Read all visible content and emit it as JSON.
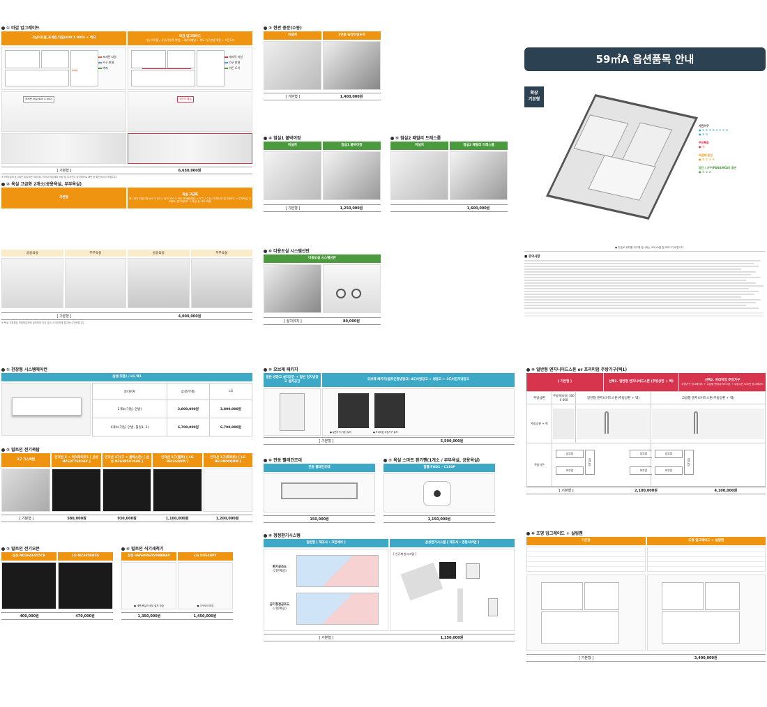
{
  "top_left": {
    "s1": {
      "title": "① 마감 업그레이드",
      "col1": "거실아트월_포세린 타일(400 X 800) + 벽지",
      "col2": "마감 업그레이드",
      "col2_sub": "거실 아트월 / 식당(주방쪽 벽면) - 세라믹패널 + 복도 가구판넬 적용 + 히든도어",
      "legend": [
        "포세린 타일",
        "가구 판넬",
        "벽지"
      ],
      "legend2": [
        "세라믹 타일",
        "가구 판넬",
        "히든 도어"
      ],
      "label_a": "포세린 타일(400 X 800)",
      "label_b": "세라믹 패널",
      "basic": "[ 기본형 ]",
      "price": "6,650,000원"
    },
    "s2": {
      "title": "② 욕실 고급화 2개소(공용욕실, 부부욕실)",
      "basic_head": "기본형",
      "opt_head": "욕실 고급화",
      "opt_sub": "벽 / 바닥 타일 (벽 600 X 600 / 바닥 300 X 300 포세린타일) + 도기 / 수전 / 악세사리 업그레이드 + 부부욕실 샤워부스 업그레이드 + 욕실 장 LED 적용",
      "cols": [
        "공용욕실",
        "부부욕실",
        "공용욕실",
        "부부욕실"
      ],
      "basic": "[ 기본형 ]",
      "price": "4,000,000원"
    }
  },
  "top_mid": {
    "s3": {
      "title": "③ 현관 중문(수동)",
      "col1": "미설치",
      "col2": "3연동 슬라이딩도어",
      "basic": "[ 기본형 ]",
      "price": "1,400,000원"
    },
    "s4": {
      "title": "④ 침실1 붙박이장",
      "col1": "미설치",
      "col2": "침실1 붙박이장",
      "basic": "[ 기본형 ]",
      "price": "1,250,000원"
    },
    "s5": {
      "title": "⑤ 침실2 패밀리 드레스룸",
      "col1": "미설치",
      "col2": "침실2 패밀리 드레스룸",
      "price": "1,600,000원"
    },
    "s6": {
      "title": "⑥ 다용도실 시스템선반",
      "head": "다용도실 시스템선반",
      "basic": "[ 설치위치 ]",
      "price": "80,000원"
    }
  },
  "top_right": {
    "title": "59㎡A 옵션품목 안내",
    "badge_line1": "확장",
    "badge_line2": "기본형",
    "legend_title1": "가전가구",
    "legend_title2": "주방특화",
    "legend_title3": "마감재 옵션",
    "legend_title4": "공간 / 가구(FANANKAI) 옵션",
    "notes_title": "■ 유의사항",
    "footnote": "● 번호로 위치를 지주에 표시되는 3D VR을 참고하시기 바랍니다."
  },
  "bot_left": {
    "s1": {
      "title": "① 천장형 시스템에어컨",
      "head": "삼성(무풍) / LG 택1",
      "cols": [
        "설치위치",
        "삼성(무풍)",
        "LG"
      ],
      "rows": [
        [
          "2개소(거실, 안방)",
          "3,800,000원",
          "3,800,000원"
        ],
        [
          "4개소(거실, 안방, 침실1, 2)",
          "6,700,000원",
          "6,700,000원"
        ]
      ]
    },
    "s2": {
      "title": "② 빌트인 전기쿡탑",
      "cols": [
        "3구 가스쿡탑",
        "인덕션 2 + 하이라이트1 [ 삼성 NZ63T7603AK ]",
        "인덕션 3구(구 + 플렉스존) [ 삼성 NZ63R5010AK ]",
        "인덕션 3구(블랙) [ LG BEI3GQUM ]",
        "인덕션 3구(화이트) [ LG BEI3WWQUM ]"
      ],
      "prices": [
        "[ 기본형 ]",
        "580,000원",
        "930,000원",
        "1,100,000원",
        "1,200,000원"
      ]
    },
    "s3": {
      "title": "③ 빌트인 전기오븐",
      "cols": [
        "삼성 NQ36A6555CK",
        "LG MZ385EBTA"
      ],
      "prices": [
        "400,000원",
        "470,000원"
      ]
    },
    "s4": {
      "title": "④ 빌트인 식기세척기",
      "cols": [
        "삼성 DW60M6050BBWAP",
        "LG DUE4BPT"
      ],
      "labels": [
        "● 세면/욕실의 세부 설치 모습",
        "● 가구도어 마감"
      ],
      "prices": [
        "1,350,000원",
        "1,450,000원"
      ]
    }
  },
  "bot_mid": {
    "s5": {
      "title": "⑤ 오브제 패키지",
      "col1": "일반 냉장고 설치공간 + 일반 김치냉장고 설치공간",
      "col2": "오브제 패키지(빌트인형냉장고) 4도어냉장고 + 냉동고 + 3도어김치냉장고",
      "cap1": "● 일반가구(기본) 설치",
      "cap2": "● 프리미엄 주방가구 설치",
      "basic": "[ 기본형 ]",
      "price": "5,500,000원"
    },
    "s6": {
      "title": "⑥ 전동 빨래건조대",
      "head": "전동 빨래건조대",
      "price": "150,000원"
    },
    "s7": {
      "title": "⑦ 욕실 스마트 환기팬(1개소 / 부부욕실, 공용욕실)",
      "head": "힘펠 FHD1 - C110P",
      "price": "1,150,000원"
    },
    "s8": {
      "title": "⑧ 청정환기시스템",
      "col1": "일반형 [ 제조사 : 크린에어 ]",
      "col2": "삼성환기시스템 [ 제조사 : 경동나비엔 ]",
      "label1": "환기공조도",
      "label1b": "(기본제공)",
      "label2": "공기청정공조도",
      "label2b": "(기본제공)",
      "tag": "[ 신규제 발시스템 ]",
      "basic": "[ 기본형 ]",
      "price": "1,150,000원"
    }
  },
  "bot_right": {
    "s9": {
      "title": "⑨ 일반형 엔지니어드스톤 or 프리미엄 주방가구(택1)",
      "h0": "[ 기본형 ]",
      "h1": "선택1. 일반형 엔지니어드스톤 (주방상판 + 벽)",
      "h2": "선택2. 프리미엄 주방가구",
      "h2_sub": "주방가구 업그레이드 + 고급형 엔지니어드스톤 + 주방수전 디자인 업그레이드",
      "row_a": "주방상판",
      "row_a_val": "주방벽(타일) 300 X 600",
      "row_a1": "일반형 엔지니어드스톤(주방상판 + 벽)",
      "row_a2": "고급형 엔지니어드스톤(주방상판 + 벽)",
      "row_b": "주방상판 + 벽",
      "row_c": "주방가구",
      "lbl_top": "상부장",
      "lbl_bot": "하부장",
      "lbl_side": "키큰장",
      "price_basic": "[ 기본형 ]",
      "price1": "2,100,000원",
      "price2": "4,100,000원"
    },
    "s10": {
      "title": "⑩ 조명 업그레이드 + 실링팬",
      "head1": "기본형",
      "head2": "조명 업그레이드 + 실링팬",
      "basic": "[ 기본형 ]",
      "price": "3,400,000원"
    }
  }
}
